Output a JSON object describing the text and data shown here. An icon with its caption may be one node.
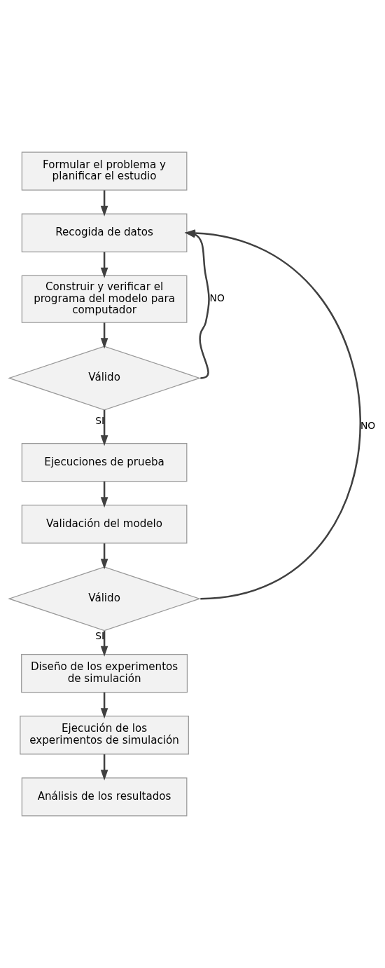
{
  "diagram": {
    "nodes": [
      {
        "text": [
          "Formular el problema y planificar el estudio"
        ]
      },
      {
        "text": [
          "Recogida de datos"
        ]
      },
      {
        "text": [
          "Construir y verificar el programa del modelo para computador"
        ]
      },
      {
        "text": [
          "Válido"
        ]
      },
      {
        "text": [
          "Ejecuciones de prueba"
        ]
      },
      {
        "text": [
          "Validación del modelo"
        ]
      },
      {
        "text": [
          "Válido"
        ]
      },
      {
        "text": [
          "Diseño de los experimentos de simulación"
        ]
      },
      {
        "text": [
          "Ejecución de los experimentos de simulación"
        ]
      },
      {
        "text": [
          "Análisis de los resultados"
        ]
      }
    ],
    "edges": [
      {
        "from": 0,
        "to": 1,
        "arrow": "to"
      },
      {
        "from": 1,
        "to": 2,
        "arrow": "to"
      },
      {
        "from": 2,
        "to": 3,
        "arrow": "to"
      },
      {
        "from": 3,
        "to": 4,
        "arrow": "to",
        "label": "SI"
      },
      {
        "from": 4,
        "to": 5,
        "arrow": "to"
      },
      {
        "from": 5,
        "to": 6,
        "arrow": "to"
      },
      {
        "from": 6,
        "to": 7,
        "arrow": "to",
        "label": "SI"
      },
      {
        "from": 7,
        "to": 8,
        "arrow": "to"
      },
      {
        "from": 8,
        "to": 9,
        "arrow": "to"
      },
      {
        "from": 3,
        "to": 1,
        "arrow": "to",
        "label": "NO"
      },
      {
        "from": 6,
        "to": 1,
        "arrow": "to",
        "label": "NO"
      }
    ]
  }
}
